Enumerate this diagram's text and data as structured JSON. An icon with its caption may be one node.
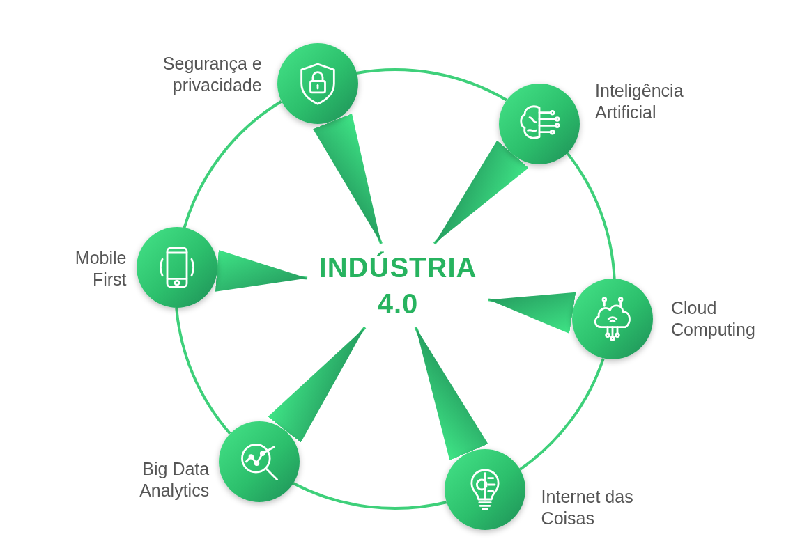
{
  "diagram": {
    "nodes": [
      {
        "text": [
          "INDÚSTRIA 4.0"
        ]
      },
      {
        "text": [
          "Segurança e privacidade"
        ]
      },
      {
        "text": [
          "Inteligência Artificial"
        ]
      },
      {
        "text": [
          "Mobile First"
        ]
      },
      {
        "text": [
          "Cloud Computing"
        ]
      },
      {
        "text": [
          "Big Data Analytics"
        ]
      },
      {
        "text": [
          "Internet das Coisas"
        ]
      }
    ],
    "edges": [
      {
        "from": 1,
        "to": 0,
        "arrow": "to"
      },
      {
        "from": 2,
        "to": 0,
        "arrow": "to"
      },
      {
        "from": 3,
        "to": 0,
        "arrow": "to"
      },
      {
        "from": 4,
        "to": 0,
        "arrow": "to"
      },
      {
        "from": 5,
        "to": 0,
        "arrow": "to"
      },
      {
        "from": 6,
        "to": 0,
        "arrow": "to"
      },
      {
        "from": 1,
        "to": 2,
        "arrow": "none"
      },
      {
        "from": 2,
        "to": 4,
        "arrow": "none"
      },
      {
        "from": 4,
        "to": 6,
        "arrow": "none"
      },
      {
        "from": 6,
        "to": 5,
        "arrow": "none"
      },
      {
        "from": 5,
        "to": 3,
        "arrow": "none"
      },
      {
        "from": 3,
        "to": 1,
        "arrow": "none"
      }
    ]
  }
}
